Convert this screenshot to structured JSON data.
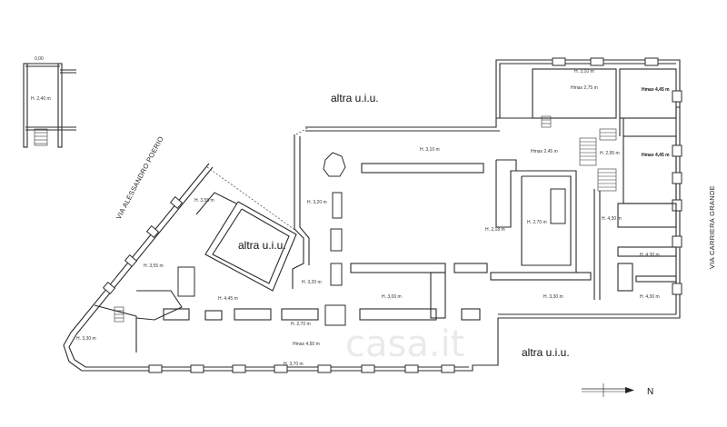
{
  "labels": {
    "altra_top": "altra u.i.u.",
    "altra_center": "altra u.i.u.",
    "altra_bottom": "altra u.i.u.",
    "street_left": "VIA ALESSANDRO POERIO",
    "street_right": "VIA CARRIERA GRANDE",
    "north": "N",
    "watermark": "casa.it"
  },
  "small_plan": {
    "level": "0,00",
    "height": "H. 2,40 m"
  },
  "heights": {
    "top_room_a": "H. 3,10 m",
    "top_room_hmax": "Hmax 2,75 m",
    "hmax_445_a": "Hmax 4,45 m",
    "hmax_445_b": "Hmax 4,45 m",
    "hall_310": "H. 3,10 m",
    "hmax_245": "Hmax 2,45 m",
    "h_295": "H. 2,95 m",
    "h_355_a": "H. 3,55 m",
    "h_355_b": "H. 3,55 m",
    "h_320_a": "H. 3,20 m",
    "h_320_b": "H. 3,20 m",
    "h_218": "H. 2,18 m",
    "h_270_a": "H. 2,70 m",
    "h_430_a": "H. 4,30 m",
    "h_430_b": "H. 4,30 m",
    "h_430_c": "H. 4,30 m",
    "h_445": "H. 4,45 m",
    "h_300": "H. 3,00 m",
    "h_330_a": "H. 3,30 m",
    "h_330_b": "H. 3,30 m",
    "h_270_b": "H. 2,70 m",
    "hmax_450": "Hmax 4,50 m",
    "h_370": "H. 3,70 m"
  }
}
